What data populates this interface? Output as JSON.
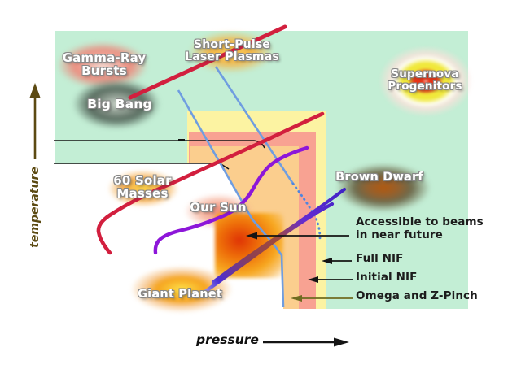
{
  "axes": {
    "y": "temperature",
    "x": "pressure"
  },
  "objects": {
    "gamma_ray_bursts": {
      "line1": "Gamma-Ray",
      "line2": "Bursts"
    },
    "big_bang": {
      "line1": "Big Bang"
    },
    "short_pulse_laser_plasmas": {
      "line1": "Short-Pulse",
      "line2": "Laser Plasmas"
    },
    "supernova_progenitors": {
      "line1": "Supernova",
      "line2": "Progenitors"
    },
    "brown_dwarf": {
      "line1": "Brown Dwarf"
    },
    "sixty_solar_masses": {
      "line1": "60 Solar",
      "line2": "Masses"
    },
    "our_sun": {
      "line1": "Our Sun"
    },
    "giant_planet": {
      "line1": "Giant Planet"
    }
  },
  "legend": {
    "accessible": {
      "line1": "Accessible to beams",
      "line2": "in near future"
    },
    "full_nif": "Full NIF",
    "initial_nif": "Initial NIF",
    "omega_zpinch": "Omega and Z-Pinch"
  },
  "regions": {
    "background_color": "#c3eed5",
    "full_nif_color": "#fcf3a2",
    "initial_nif_color": "#f8a292",
    "omega_zpinch_color": "#fbce8e"
  },
  "palette": {
    "red_track": "#d21f3e",
    "purple_track": "#8d16d9",
    "blue_line": "#6f9de0",
    "axis_arrow_color": "#5c4a12",
    "annotation_arrow_color": "#141414",
    "omega_arrow_color": "#6f6b20"
  }
}
